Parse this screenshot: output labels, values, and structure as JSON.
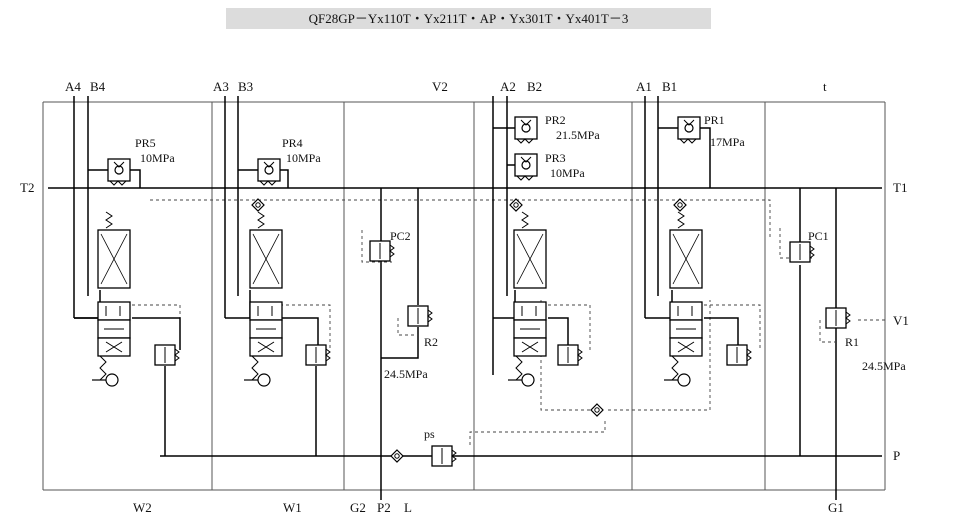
{
  "title": "QF28GP－Yx110T・Yx211T・AP・Yx301T・Yx401T－3",
  "ports_top": {
    "s4": [
      "A4",
      "B4"
    ],
    "s3": [
      "A3",
      "B3"
    ],
    "v2": "V2",
    "s2": [
      "A2",
      "B2"
    ],
    "s1": [
      "A1",
      "B1"
    ],
    "t": "t"
  },
  "ports_side": {
    "t2": "T2",
    "t1": "T1",
    "v1": "V1",
    "p": "P"
  },
  "ports_bottom": {
    "w2": "W2",
    "w1": "W1",
    "g2": "G2",
    "p2": "P2",
    "l": "L",
    "g1": "G1"
  },
  "valves": {
    "pr5": {
      "name": "PR5",
      "pressure": "10MPa"
    },
    "pr4": {
      "name": "PR4",
      "pressure": "10MPa"
    },
    "pr2": {
      "name": "PR2",
      "pressure": "21.5MPa"
    },
    "pr3": {
      "name": "PR3",
      "pressure": "10MPa"
    },
    "pr1": {
      "name": "PR1",
      "pressure": "17MPa"
    },
    "pc2": {
      "name": "PC2"
    },
    "pc1": {
      "name": "PC1"
    },
    "r2": {
      "name": "R2",
      "pressure": "24.5MPa"
    },
    "r1": {
      "name": "R1",
      "pressure": "24.5MPa"
    },
    "ps": {
      "name": "ps"
    }
  }
}
